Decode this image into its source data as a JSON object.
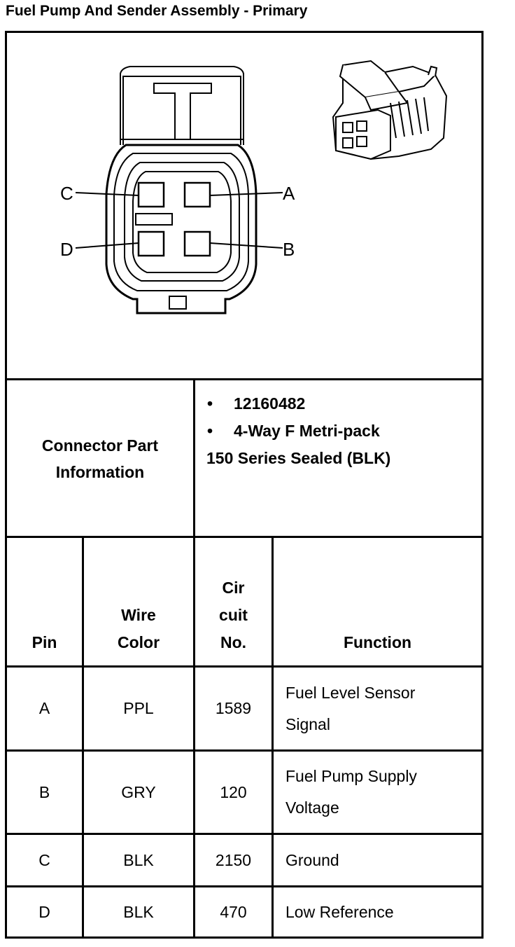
{
  "title": "Fuel Pump And Sender Assembly - Primary",
  "diagram": {
    "pin_labels": {
      "a": "A",
      "b": "B",
      "c": "C",
      "d": "D"
    }
  },
  "connector_info": {
    "label_line1": "Connector Part",
    "label_line2": "Information",
    "part_number": "12160482",
    "type_line1": "4-Way F Metri-pack",
    "type_line2": "150 Series Sealed (BLK)"
  },
  "table": {
    "headers": {
      "pin": "Pin",
      "wire_color_line1": "Wire",
      "wire_color_line2": "Color",
      "circuit_line1": "Cir",
      "circuit_line2": "cuit",
      "circuit_line3": "No.",
      "function": "Function"
    },
    "rows": [
      {
        "pin": "A",
        "wire_color": "PPL",
        "circuit": "1589",
        "function_line1": "Fuel Level Sensor",
        "function_line2": "Signal"
      },
      {
        "pin": "B",
        "wire_color": "GRY",
        "circuit": "120",
        "function_line1": "Fuel Pump Supply",
        "function_line2": "Voltage"
      },
      {
        "pin": "C",
        "wire_color": "BLK",
        "circuit": "2150",
        "function_line1": "Ground",
        "function_line2": ""
      },
      {
        "pin": "D",
        "wire_color": "BLK",
        "circuit": "470",
        "function_line1": "Low Reference",
        "function_line2": ""
      }
    ]
  }
}
